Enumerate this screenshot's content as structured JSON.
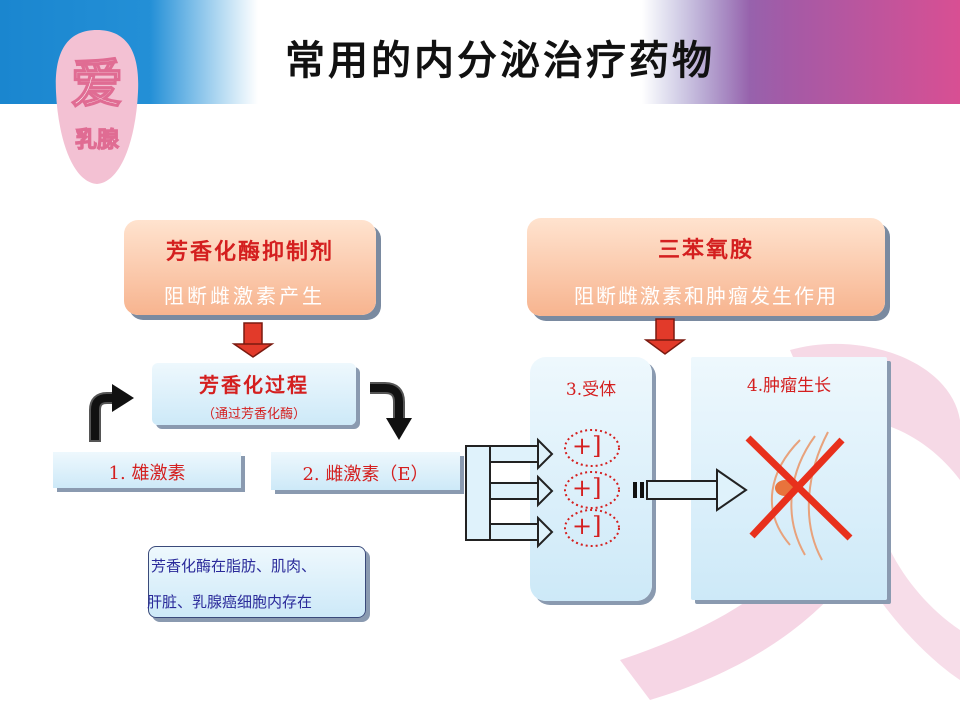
{
  "slide": {
    "title": "常用的内分泌治疗药物",
    "logo_text_top": "爱",
    "logo_text_bottom": "乳腺"
  },
  "colors": {
    "title_text": "#111111",
    "label_red": "#d41f1f",
    "arrow_red": "#e23a2a",
    "cross_red": "#e8301c"
  },
  "aromatase_inhibitor": {
    "title": "芳香化酶抑制剂",
    "subtitle": "阻断雌激素产生"
  },
  "tamoxifen": {
    "title": "三苯氧胺",
    "subtitle": "阻断雌激素和肿瘤发生作用"
  },
  "process": {
    "title": "芳香化过程",
    "subtitle": "（通过芳香化酶）"
  },
  "androgen": {
    "label": "1. 雄激素"
  },
  "estrogen": {
    "label": "2. 雌激素（E）"
  },
  "note": {
    "line1": "芳香化酶在脂肪、肌肉、",
    "line2": "肝脏、乳腺癌细胞内存在"
  },
  "receptor": {
    "title": "3.受体",
    "symbol": "+]"
  },
  "tumor": {
    "title": "4.肿瘤生长"
  }
}
